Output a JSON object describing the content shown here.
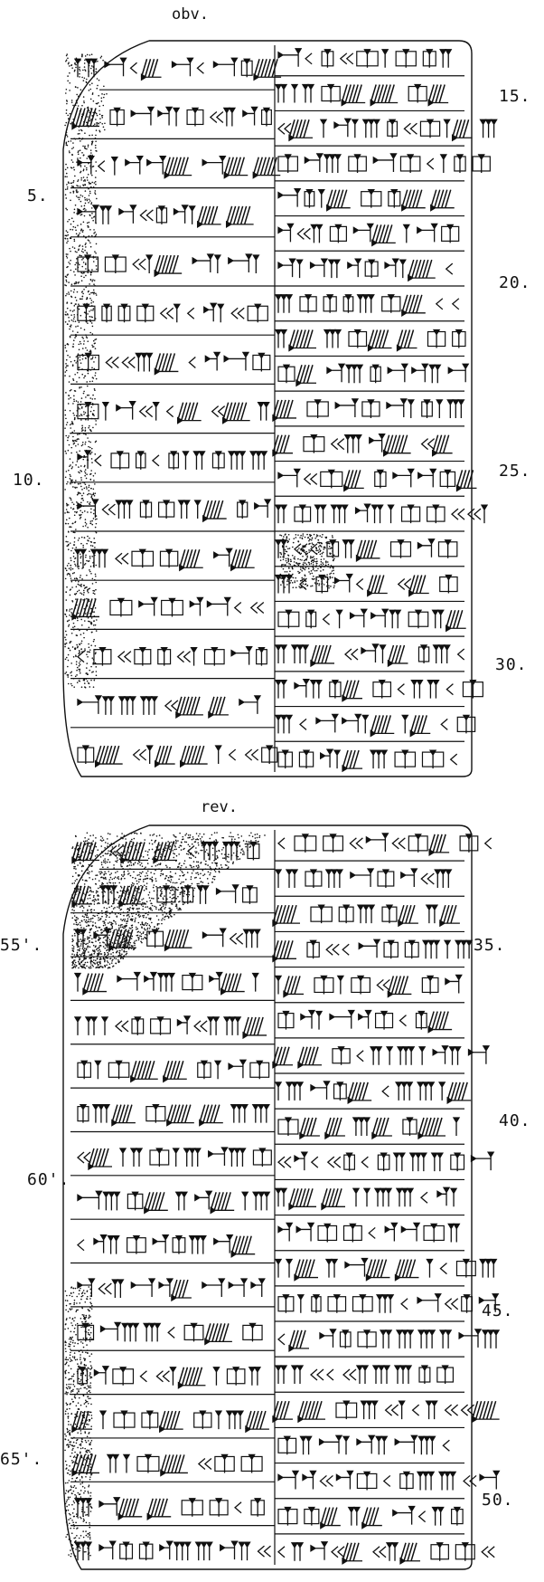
{
  "obverse": {
    "title": "obv.",
    "line_numbers": [
      "5.",
      "10.",
      "15.",
      "20.",
      "25.",
      "30."
    ]
  },
  "reverse": {
    "title": "rev.",
    "line_numbers": [
      "35.",
      "40.",
      "45.",
      "50.",
      "55'.",
      "60'.",
      "65'."
    ]
  },
  "colors": {
    "ink": "#111111",
    "paper": "#ffffff"
  }
}
